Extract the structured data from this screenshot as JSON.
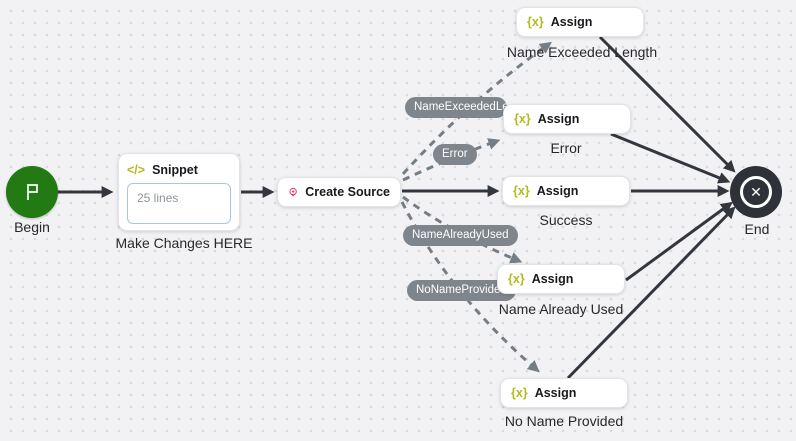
{
  "colors": {
    "begin_green": "#217a12",
    "end_dark": "#2e3238",
    "accent_yellow_green": "#b2bb1c",
    "pin_pink": "#e8306c",
    "edge_black": "#33373d",
    "edge_gray": "#757d85",
    "pill_gray": "#7e858c"
  },
  "nodes": {
    "begin": {
      "label": "Begin"
    },
    "snippet": {
      "title": "Snippet",
      "body": "25 lines",
      "sublabel": "Make Changes HERE"
    },
    "create_source": {
      "title": "Create Source"
    },
    "assign_name_exceeded_length": {
      "title": "Assign",
      "sublabel": "Name Exceeded Length"
    },
    "assign_error": {
      "title": "Assign",
      "sublabel": "Error"
    },
    "assign_success": {
      "title": "Assign",
      "sublabel": "Success"
    },
    "assign_name_already_used": {
      "title": "Assign",
      "sublabel": "Name Already Used"
    },
    "assign_no_name_provided": {
      "title": "Assign",
      "sublabel": "No Name Provided"
    },
    "end": {
      "label": "End"
    }
  },
  "edge_labels": {
    "name_exceeded_length": "NameExceededLeng",
    "error": "Error",
    "name_already_used": "NameAlreadyUsed",
    "no_name_provided": "NoNameProvided"
  },
  "icons": {
    "snippet_glyph": "</>",
    "assign_glyph": "{x}",
    "end_glyph": "✕"
  }
}
